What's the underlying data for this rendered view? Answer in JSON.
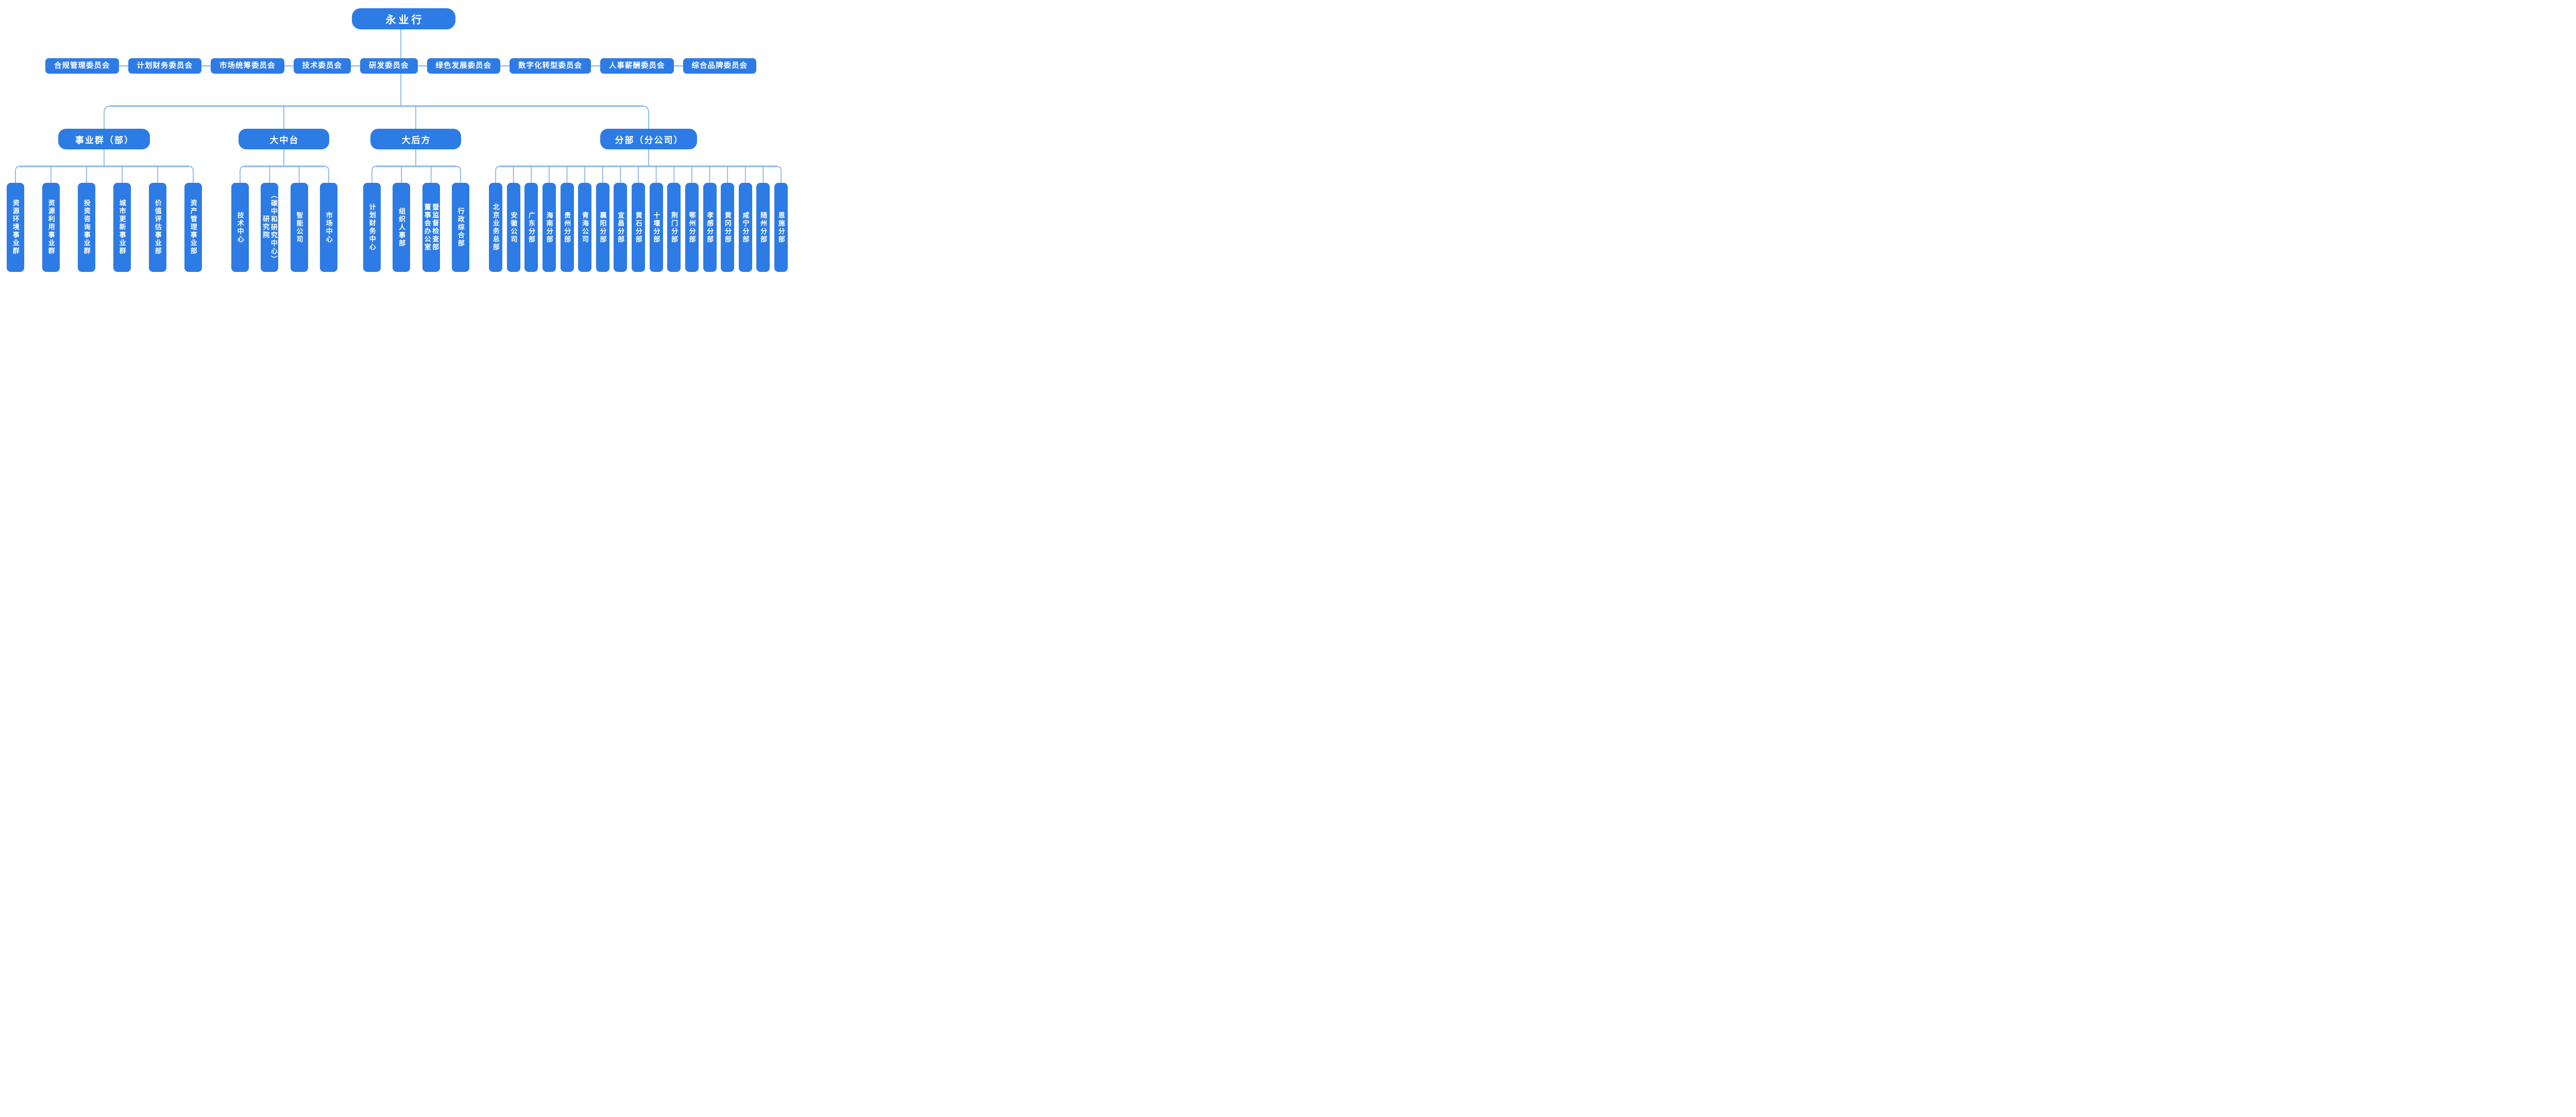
{
  "root": {
    "label": "永业行"
  },
  "committees": [
    "合规管理委员会",
    "计划财务委员会",
    "市场统筹委员会",
    "技术委员会",
    "研发委员会",
    "绿色发展委员会",
    "数字化转型委员会",
    "人事薪酬委员会",
    "综合品牌委员会"
  ],
  "divisions": [
    {
      "label": "事业群（部）",
      "children": [
        "资源环境事业群",
        "资源利用事业群",
        "投资咨询事业群",
        "城市更新事业群",
        "价值评估事业部",
        "资产管理事业部"
      ]
    },
    {
      "label": "大中台",
      "children": [
        "技术中心",
        "研究院\n（碳中和研究中心）",
        "智能公司",
        "市场中心"
      ]
    },
    {
      "label": "大后方",
      "children": [
        "计划财务中心",
        "组织人事部",
        "董事会办公室\n暨监督检查部",
        "行政综合部"
      ]
    },
    {
      "label": "分部（分公司）",
      "children": [
        "北京业务总部",
        "安徽公司",
        "广东分部",
        "海南分部",
        "贵州分部",
        "青海公司",
        "襄阳分部",
        "宜昌分部",
        "黄石分部",
        "十堰分部",
        "荆门分部",
        "鄂州分部",
        "孝感分部",
        "黄冈分部",
        "咸宁分部",
        "随州分部",
        "恩施分部"
      ]
    }
  ],
  "colors": {
    "node_fill": "#2D7BE5",
    "text": "#FFFFFF",
    "connector": "#7FB2EF",
    "connector_bus": "#8FBCF2"
  }
}
